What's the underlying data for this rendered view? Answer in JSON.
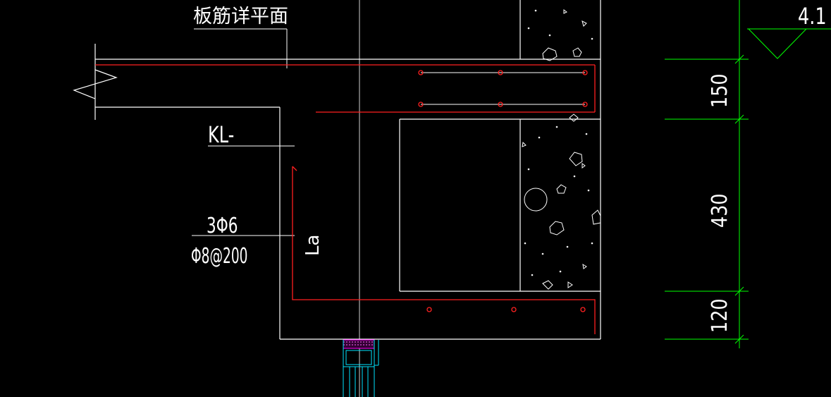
{
  "drawing": {
    "title_label": "板筋详平面",
    "beam_label": "KL-",
    "stirrup_top_label": "3Φ6",
    "stirrup_bottom_label": "Φ8@200",
    "anchorage_label": "La",
    "elevation_label": "4.1",
    "dimensions": {
      "top": "150",
      "middle": "430",
      "bottom": "120"
    }
  },
  "colors": {
    "background": "#000000",
    "outline": "#ffffff",
    "rebar": "#ff2020",
    "dimension": "#00ff00",
    "window_frame": "#00e5ff",
    "window_fill": "#ff00ff"
  }
}
